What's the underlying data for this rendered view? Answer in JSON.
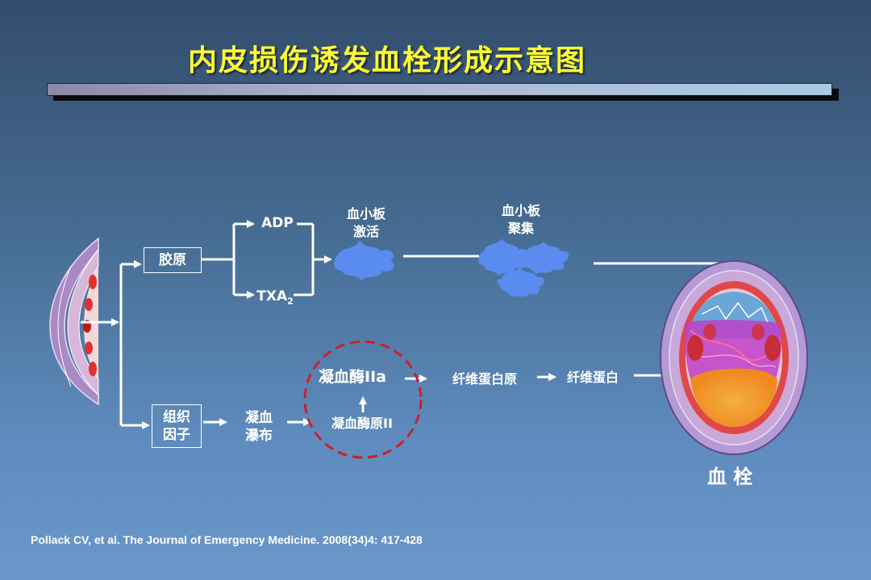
{
  "title": "内皮损伤诱发血栓形成示意图",
  "nodes": {
    "collagen": "胶原",
    "adp": "ADP",
    "txa": "TXA",
    "txa_sub": "2",
    "platelet_activation": [
      "血小板",
      "激活"
    ],
    "platelet_aggregation": [
      "血小板",
      "聚集"
    ],
    "tissue_factor": [
      "组织",
      "因子"
    ],
    "coagulation_cascade": [
      "凝血",
      "瀑布"
    ],
    "thrombin": "凝血酶IIa",
    "prothrombin": "凝血酶原II",
    "fibrinogen": "纤维蛋白原",
    "fibrin": "纤维蛋白",
    "thrombus": "血 栓"
  },
  "citation": "Pollack CV, et al. The Journal of Emergency Medicine. 2008(34)4: 417-428",
  "colors": {
    "title": "#ffff33",
    "platelet": "#5a8cf0",
    "dashed_circle": "#cc1f2a",
    "arrow": "#ffffff"
  }
}
